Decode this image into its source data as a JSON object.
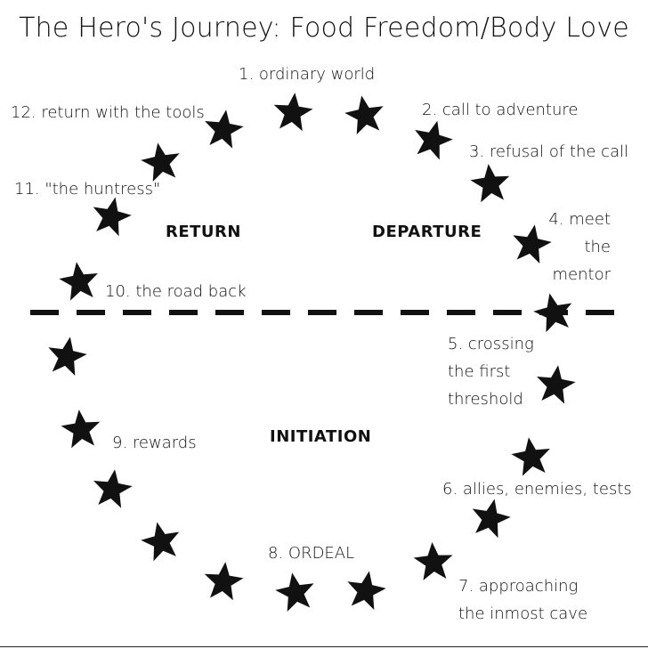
{
  "title": "The Hero's Journey: Food Freedom/Body Love",
  "sections": {
    "return": "RETURN",
    "departure": "DEPARTURE",
    "initiation": "INITIATION"
  },
  "stages": {
    "s1": "1. ordinary world",
    "s2": "2. call to adventure",
    "s3": "3. refusal of the call",
    "s4_l1": "4. meet",
    "s4_l2": "the",
    "s4_l3": "mentor",
    "s5_l1": "5. crossing",
    "s5_l2": "the first",
    "s5_l3": "threshold",
    "s6": "6. allies, enemies, tests",
    "s7_l1": "7. approaching",
    "s7_l2": "the inmost cave",
    "s8": "8. ORDEAL",
    "s9": "9. rewards",
    "s10": "10. the road back",
    "s11": "11. \"the huntress\"",
    "s12": "12. return with the tools"
  },
  "colors": {
    "ink": "#111111",
    "background": "#ffffff"
  }
}
